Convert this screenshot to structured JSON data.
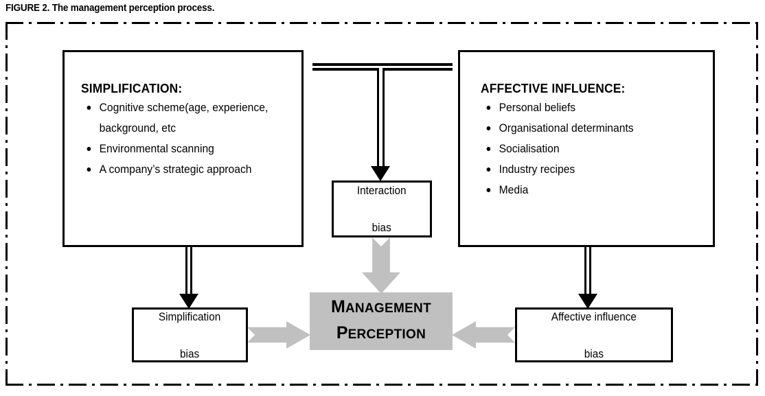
{
  "figure": {
    "caption": "FIGURE 2. The management perception process."
  },
  "panels": {
    "simplification": {
      "title": "SIMPLIFICATION:",
      "bullets": [
        "Cognitive scheme(age, experience, background, etc",
        "Environmental scanning",
        "A company’s strategic approach"
      ]
    },
    "affective": {
      "title": "AFFECTIVE INFLUENCE:",
      "bullets": [
        "Personal beliefs",
        "Organisational determinants",
        "Socialisation",
        "Industry recipes",
        "Media"
      ]
    }
  },
  "nodes": {
    "interaction_bias": {
      "line1": "Interaction",
      "line2": "bias"
    },
    "simplification_bias": {
      "line1": "Simplification",
      "line2": "bias"
    },
    "affective_bias": {
      "line1": "Affective influence",
      "line2": "bias"
    },
    "management_perception": {
      "line1_cap": "M",
      "line1_rest": "ANAGEMENT",
      "line2_cap": "P",
      "line2_rest": "ERCEPTION"
    }
  },
  "colors": {
    "arrow_gray": "#c0c0c0",
    "box_fill": "#c0c0c0",
    "line_black": "#000000",
    "background": "#ffffff"
  }
}
